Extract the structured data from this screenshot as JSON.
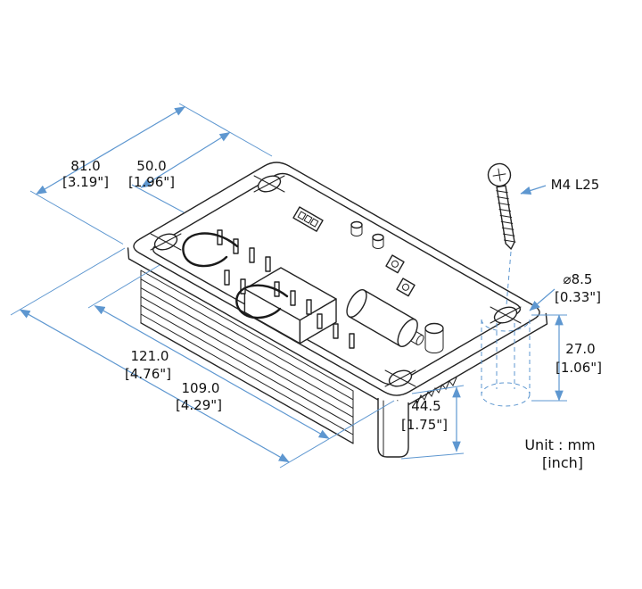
{
  "drawing": {
    "unit_note_line1": "Unit : mm",
    "unit_note_line2": "[inch]",
    "screw_label": "M4 L25",
    "dims": {
      "width": {
        "mm": "81.0",
        "inch": "[3.19\"]"
      },
      "width_partial": {
        "mm": "50.0",
        "inch": "[1.96\"]"
      },
      "length": {
        "mm": "121.0",
        "inch": "[4.76\"]"
      },
      "length_partial": {
        "mm": "109.0",
        "inch": "[4.29\"]"
      },
      "tab_height": {
        "mm": "44.5",
        "inch": "[1.75\"]"
      },
      "spacer_height": {
        "mm": "27.0",
        "inch": "[1.06\"]"
      },
      "hole_diameter": {
        "mm": "⌀8.5",
        "inch": "[0.33\"]"
      }
    }
  }
}
